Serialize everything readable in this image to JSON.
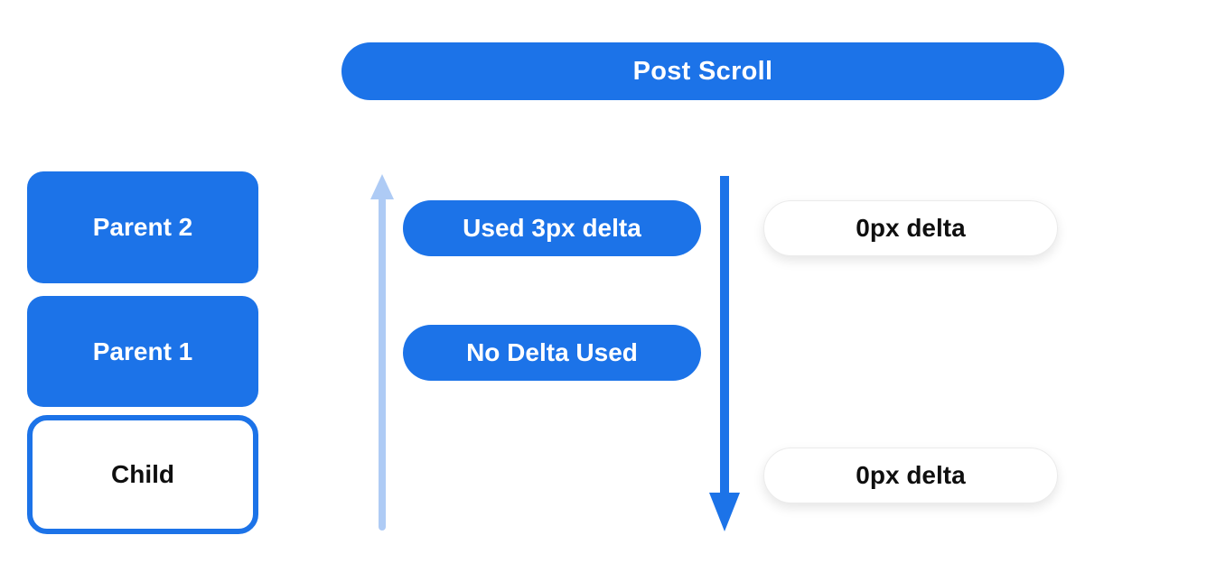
{
  "header": {
    "label": "Post Scroll"
  },
  "colors": {
    "primary_blue": "#1C73E8",
    "light_blue": "#AECBF5",
    "pill_white": "#FFFFFF",
    "pill_border": "#EBEBEB",
    "text_on_blue": "#FFFFFF",
    "text_dark": "#0F0F0F",
    "background": "#FFFFFF"
  },
  "scroll_chain": {
    "boxes": [
      {
        "label": "Parent 2",
        "style": "filled-blue"
      },
      {
        "label": "Parent 1",
        "style": "filled-blue"
      },
      {
        "label": "Child",
        "style": "outlined-blue"
      }
    ]
  },
  "delta_results": {
    "up_arrow": {
      "icon": "arrow-up",
      "color": "#AECBF5",
      "direction": "up"
    },
    "pills": [
      {
        "label": "Used 3px delta",
        "aligned_with": "Parent 2"
      },
      {
        "label": "No Delta Used",
        "aligned_with": "Parent 1"
      }
    ]
  },
  "scroll_direction": {
    "down_arrow": {
      "icon": "arrow-down",
      "color": "#1C73E8",
      "direction": "down"
    },
    "pills": [
      {
        "label": "0px delta",
        "aligned_with": "Parent 2"
      },
      {
        "label": "0px delta",
        "aligned_with": "Child"
      }
    ]
  }
}
